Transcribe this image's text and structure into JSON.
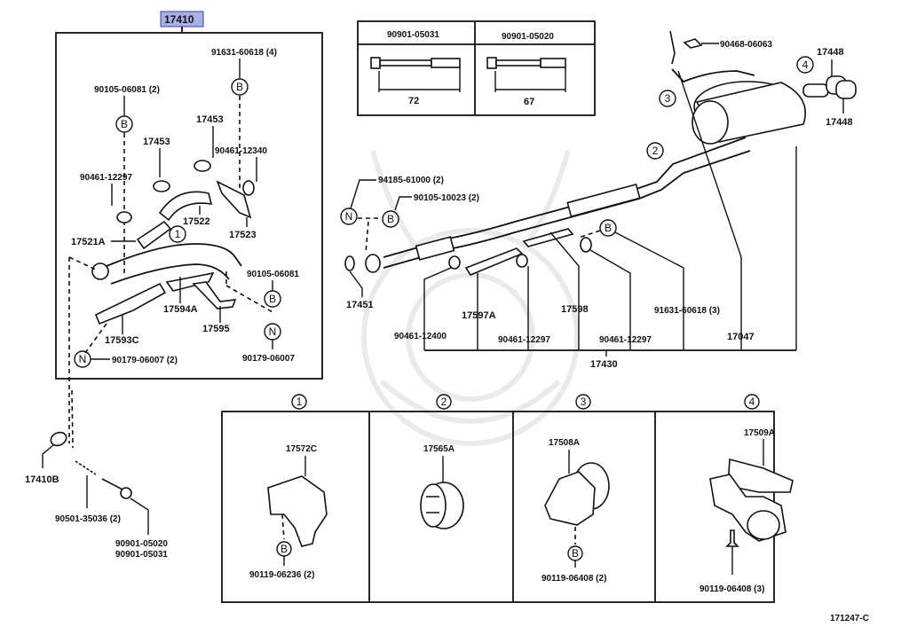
{
  "diagram": {
    "ref_code": "171247-C",
    "highlight_color": "#aab0e6",
    "assembly": {
      "id": "17410",
      "highlighted": true,
      "labels": {
        "bolt_b_top": "91631-60618 (4)",
        "bolt_b_left": "90105-06081 (2)",
        "clamp_17453_a": "17453",
        "clamp_17453_b": "17453",
        "clamp_12340": "90461-12340",
        "clamp_12297": "90461-12297",
        "hose_17522": "17522",
        "bracket_17523": "17523",
        "hose_17521a": "17521A",
        "bolt_06081": "90105-06081",
        "heat_ins_17594a": "17594A",
        "heat_ins_17595": "17595",
        "heat_ins_17593c": "17593C",
        "nut_n_left": "90179-06007 (2)",
        "nut_n_right": "90179-06007"
      },
      "callout": "1"
    },
    "bolt_table": {
      "columns": [
        {
          "part": "90901-05031",
          "length": "72"
        },
        {
          "part": "90901-05020",
          "length": "67"
        }
      ]
    },
    "muffler_area": {
      "sensor_bolt": "90468-06063",
      "tailpipe_top": "17448",
      "tailpipe_bottom": "17448",
      "callouts": [
        "2",
        "3",
        "4"
      ]
    },
    "center_pipe": {
      "nut_n": "94185-61000 (2)",
      "bolt_b": "90105-10023 (2)",
      "gasket": "17451",
      "clamp_12400": "90461-12400",
      "ins_17597a": "17597A",
      "clamp_12297_a": "90461-12297",
      "ins_17598": "17598",
      "clamp_12297_b": "90461-12297",
      "bolt_60618": "91631-60618 (3)",
      "tail_pipe": "17047",
      "assembly": "17430"
    },
    "lower_left": {
      "gasket": "17410B",
      "spring": "90501-35036 (2)",
      "bolt_a": "90901-05020",
      "bolt_b": "90901-05031"
    },
    "detail_panels": [
      {
        "callout": "1",
        "part": "17572C",
        "fastener": "90119-06236 (2)",
        "fastener_symbol": "B"
      },
      {
        "callout": "2",
        "part": "17565A",
        "fastener": "",
        "fastener_symbol": ""
      },
      {
        "callout": "3",
        "part": "17508A",
        "fastener": "90119-06408 (2)",
        "fastener_symbol": "B"
      },
      {
        "callout": "4",
        "part": "17509A",
        "fastener": "90119-06408 (3)",
        "fastener_symbol": ""
      }
    ],
    "symbols": {
      "bolt": "B",
      "nut": "N"
    }
  }
}
